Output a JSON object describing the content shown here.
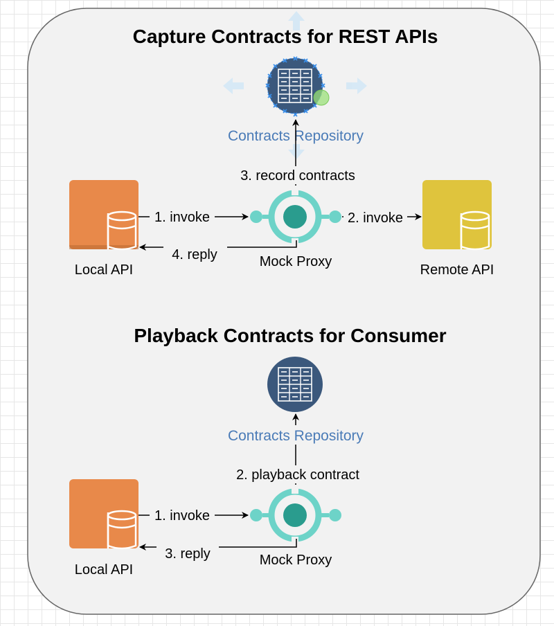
{
  "colors": {
    "frame_fill": "#f2f2f2",
    "frame_stroke": "#666666",
    "local_api": "#e8894a",
    "local_api_dark": "#b3652e",
    "remote_api": "#dfc43d",
    "remote_api_dark": "#b19a29",
    "proxy": "#6dd3c8",
    "proxy_core": "#2a9c8e",
    "repo_fill": "#3b587c",
    "repo_label": "#4a7bb7",
    "selection": "#3b8ee8"
  },
  "capture": {
    "title": "Capture Contracts for REST APIs",
    "repo_label": "Contracts Repository",
    "record_label": "3. record contracts",
    "local_label": "Local API",
    "proxy_label": "Mock Proxy",
    "remote_label": "Remote API",
    "invoke1_label": "1. invoke",
    "invoke2_label": "2. invoke",
    "reply_label": "4. reply"
  },
  "playback": {
    "title": "Playback Contracts for Consumer",
    "repo_label": "Contracts Repository",
    "playback_label": "2. playback contract",
    "local_label": "Local API",
    "proxy_label": "Mock Proxy",
    "invoke_label": "1. invoke",
    "reply_label": "3. reply"
  },
  "icons": {
    "repository": "database-table-icon",
    "api": "api-database-icon",
    "proxy": "mock-proxy-icon",
    "move_handles": "move-arrows-icon"
  }
}
